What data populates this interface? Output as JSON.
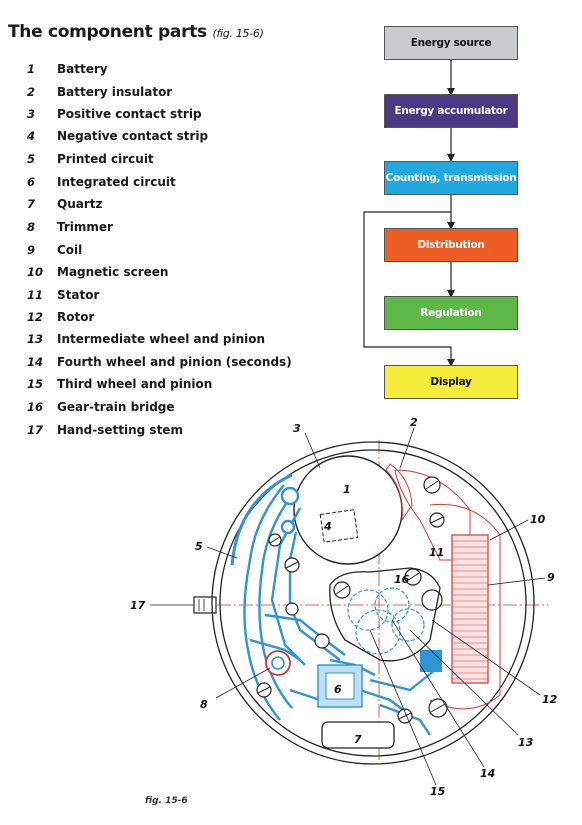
{
  "title": "The component parts",
  "title_ref": "(fig. 15-6)",
  "parts": [
    {
      "num": "1",
      "label": "Battery"
    },
    {
      "num": "2",
      "label": "Battery insulator"
    },
    {
      "num": "3",
      "label": "Positive contact strip"
    },
    {
      "num": "4",
      "label": "Negative contact strip"
    },
    {
      "num": "5",
      "label": "Printed circuit"
    },
    {
      "num": "6",
      "label": "Integrated circuit"
    },
    {
      "num": "7",
      "label": "Quartz"
    },
    {
      "num": "8",
      "label": "Trimmer"
    },
    {
      "num": "9",
      "label": "Coil"
    },
    {
      "num": "10",
      "label": "Magnetic screen"
    },
    {
      "num": "11",
      "label": "Stator"
    },
    {
      "num": "12",
      "label": "Rotor"
    },
    {
      "num": "13",
      "label": "Intermediate wheel and pinion"
    },
    {
      "num": "14",
      "label": "Fourth wheel and pinion (seconds)"
    },
    {
      "num": "15",
      "label": "Third wheel and pinion"
    },
    {
      "num": "16",
      "label": "Gear-train bridge"
    },
    {
      "num": "17",
      "label": "Hand-setting stem"
    }
  ],
  "flow": [
    {
      "label": "Energy source",
      "color": "#c9cacb",
      "text_color": "#111111"
    },
    {
      "label": "Energy accumulator",
      "color": "#4a3a84",
      "text_color": "#ffffff"
    },
    {
      "label": "Counting, transmission",
      "color": "#22a8e0",
      "text_color": "#ffffff"
    },
    {
      "label": "Distribution",
      "color": "#ee5d24",
      "text_color": "#ffffff"
    },
    {
      "label": "Regulation",
      "color": "#5db848",
      "text_color": "#ffffff"
    },
    {
      "label": "Display",
      "color": "#f6ec3a",
      "text_color": "#111111"
    }
  ],
  "callouts": {
    "c1": "1",
    "c2": "2",
    "c3": "3",
    "c4": "4",
    "c5": "5",
    "c6": "6",
    "c7": "7",
    "c8": "8",
    "c9": "9",
    "c10": "10",
    "c11": "11",
    "c12": "12",
    "c13": "13",
    "c14": "14",
    "c15": "15",
    "c16": "16",
    "c17": "17"
  },
  "colors": {
    "circuit": "#2f95d4",
    "red": "#d03a3a",
    "outline": "#222222"
  },
  "caption": "fig. 15-6"
}
